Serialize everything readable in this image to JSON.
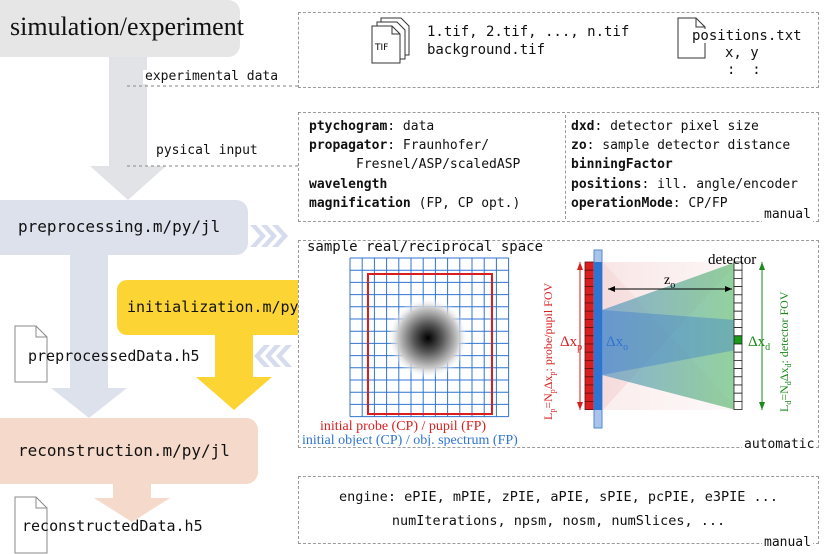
{
  "nodes": {
    "simulation": "simulation/experiment",
    "preprocessing": "preprocessing.m/py/jl",
    "initialization": "initialization.m/py/jl",
    "reconstruction": "reconstruction.m/py/jl"
  },
  "files": {
    "preprocessed": "preprocessedData.h5",
    "reconstructed": "reconstructedData.h5"
  },
  "flow_labels": {
    "experimental_data": "experimental data",
    "physical_input": "pysical input"
  },
  "experimental_data": {
    "tif_icon_label": "TIF",
    "tif_files": "1.tif, 2.tif, ..., n.tif",
    "background": "background.tif",
    "positions_file": "positions.txt",
    "xy": "x, y",
    "dots": ":  :"
  },
  "physical_input": {
    "left": [
      {
        "key": "ptychogram",
        "val": ": data"
      },
      {
        "key": "propagator",
        "val": ": Fraunhofer/"
      },
      {
        "key": "",
        "val": "Fresnel/ASP/scaledASP"
      },
      {
        "key": "wavelength",
        "val": ""
      },
      {
        "key": "magnification",
        "val": " (FP, CP opt.)"
      }
    ],
    "right": [
      {
        "key": "dxd",
        "val": ": detector pixel size"
      },
      {
        "key": "zo",
        "val": ": sample detector distance"
      },
      {
        "key": "binningFactor",
        "val": ""
      },
      {
        "key": "positions",
        "val": ": ill. angle/encoder"
      },
      {
        "key": "operationMode",
        "val": ": CP/FP"
      }
    ],
    "corner": "manual"
  },
  "automatic_panel": {
    "title": "sample real/reciprocal space",
    "probe_label": "initial probe (CP) / pupil (FP)",
    "object_label": "initial object (CP) / obj. spectrum (FP)",
    "detector": "detector",
    "zo": "z",
    "zo_sub": "o",
    "dxp": "Δx",
    "dxp_sub": "p",
    "dxo": "Δx",
    "dxo_sub": "o",
    "dxd": "Δx",
    "dxd_sub": "d",
    "fov_left": "L",
    "fov_left_sub": "p",
    "fov_left_eq": "=N",
    "fov_left_eq_sub": "p",
    "fov_left_mid": "Δx",
    "fov_left_mid_sub": "p",
    "fov_left_tail": ": probe/pupil FOV",
    "fov_right": "L",
    "fov_right_sub": "d",
    "fov_right_eq": "=N",
    "fov_right_eq_sub": "d",
    "fov_right_mid": "Δx",
    "fov_right_mid_sub": "d",
    "fov_right_tail": ": detector FOV",
    "corner": "automatic"
  },
  "engine_panel": {
    "line1": "engine: ePIE, mPIE, zPIE, aPIE, sPIE, pcPIE, e3PIE ...",
    "line2": "numIterations, npsm, nosm, numSlices, ...",
    "corner": "manual"
  },
  "colors": {
    "simulation_box": "#e6e6e6",
    "preprocessing_box": "#dde1ec",
    "initialization_box": "#fcd535",
    "reconstruction_box": "#f5d9ca",
    "grid_blue": "#2f74d0",
    "probe_red": "#d81e1e",
    "detector_green": "#1a8a1a"
  }
}
